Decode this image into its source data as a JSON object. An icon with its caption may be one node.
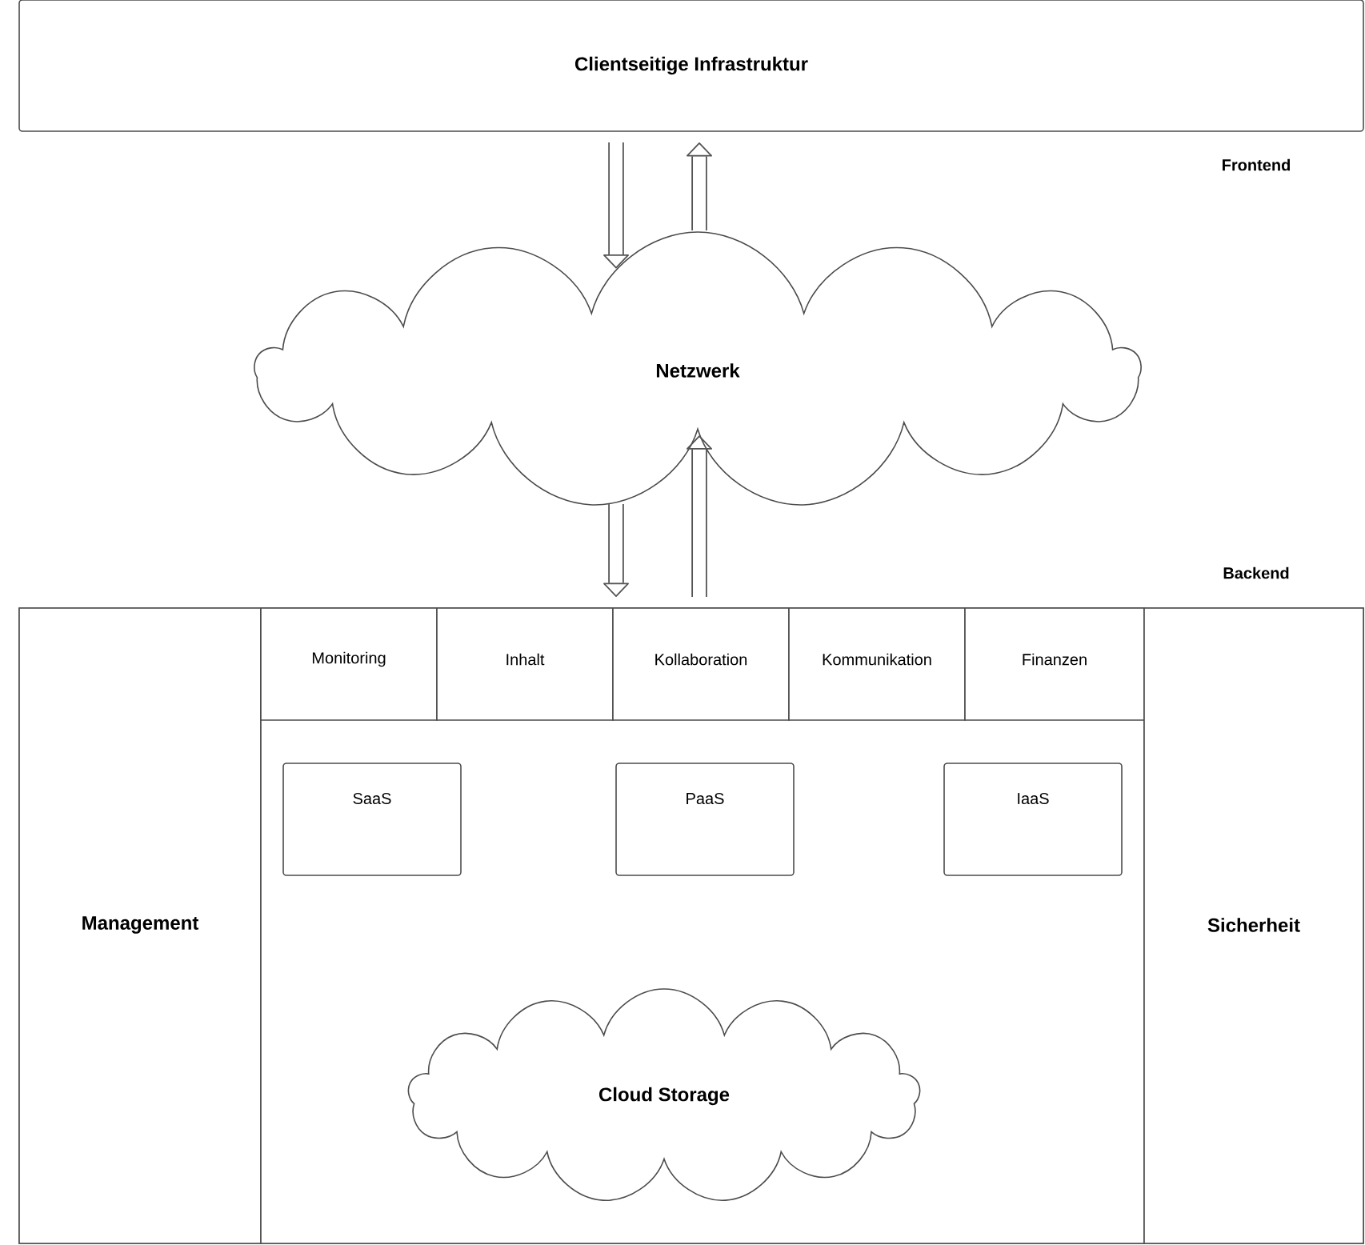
{
  "diagram": {
    "nodes": [
      {
        "text": [
          "Clientseitige Infrastruktur"
        ]
      },
      {
        "text": [
          "Netzwerk"
        ]
      },
      {
        "text": [],
        "shape": "box"
      },
      {
        "text": [
          "Management"
        ],
        "in": 2
      },
      {
        "text": [],
        "shape": "box",
        "in": 2
      },
      {
        "text": [
          "Monitoring"
        ],
        "in": 4
      },
      {
        "text": [
          "Inhalt"
        ],
        "in": 4
      },
      {
        "text": [
          "Kollaboration"
        ],
        "in": 4
      },
      {
        "text": [
          "Kommunikation"
        ],
        "in": 4
      },
      {
        "text": [
          "Finanzen"
        ],
        "in": 4
      },
      {
        "text": [
          "SaaS"
        ],
        "in": 4
      },
      {
        "text": [
          "PaaS"
        ],
        "in": 4
      },
      {
        "text": [
          "IaaS"
        ],
        "in": 4
      },
      {
        "text": [
          "Cloud Storage"
        ],
        "in": 4
      },
      {
        "text": [
          "Sicherheit"
        ],
        "in": 2
      }
    ],
    "edges": [
      {
        "from": 0,
        "to": 1,
        "arrow": "to"
      },
      {
        "from": 1,
        "to": 0,
        "arrow": "to"
      },
      {
        "from": 1,
        "to": 2,
        "arrow": "to"
      },
      {
        "from": 2,
        "to": 1,
        "arrow": "to"
      }
    ],
    "labels": [
      "Frontend",
      "Backend"
    ]
  }
}
